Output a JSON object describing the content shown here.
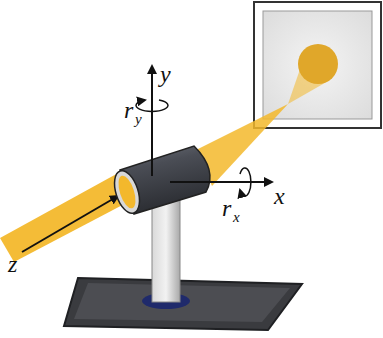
{
  "diagram": {
    "labels": [
      "y",
      "r",
      "y",
      "x",
      "r",
      "x",
      "z"
    ]
  }
}
